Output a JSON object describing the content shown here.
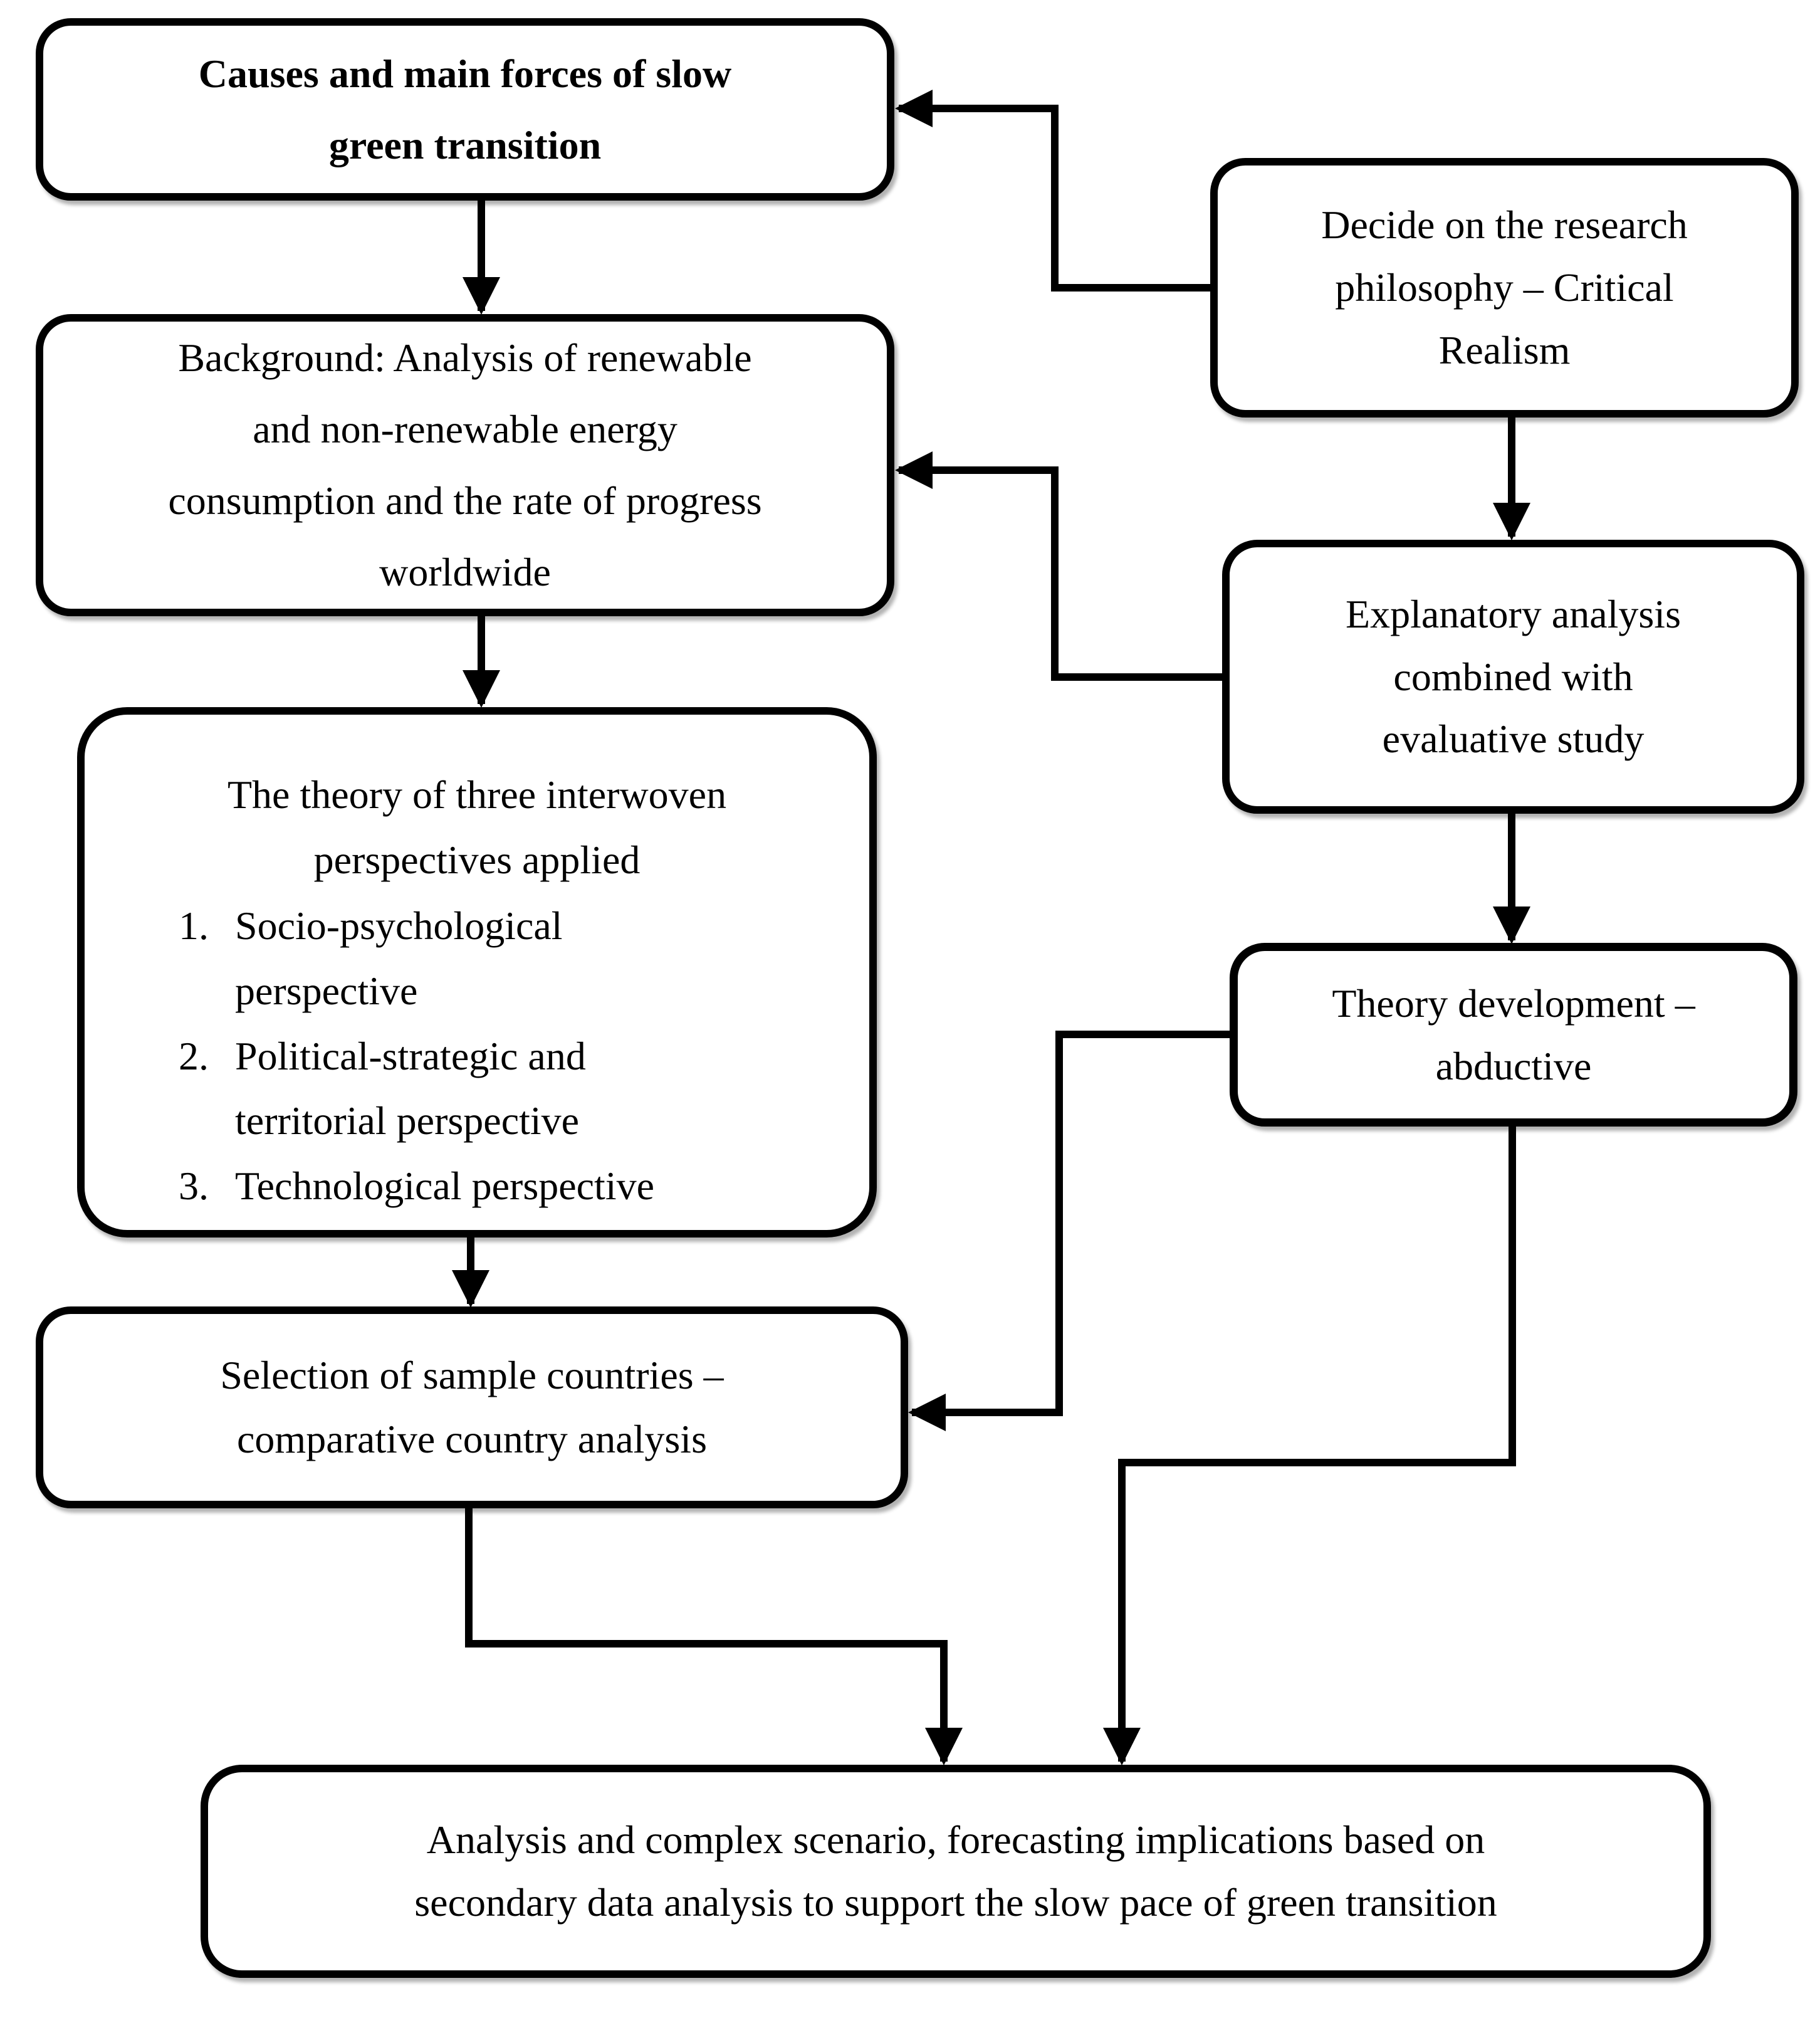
{
  "flowchart": {
    "colors": {
      "ink": "#000000",
      "paper": "#ffffff"
    },
    "nodes": {
      "causes": {
        "text": "Causes and main forces of slow\ngreen transition"
      },
      "background": {
        "text": "Background: Analysis of renewable\nand non-renewable energy\nconsumption and the rate of progress\nworldwide"
      },
      "theory_perspectives": {
        "heading": "The theory of three interwoven\nperspectives applied",
        "items": [
          {
            "num": "1.",
            "text": "Socio-psychological\nperspective"
          },
          {
            "num": "2.",
            "text": "Political-strategic and\nterritorial perspective"
          },
          {
            "num": "3.",
            "text": "Technological perspective"
          }
        ]
      },
      "selection": {
        "text": "Selection of sample countries –\ncomparative country analysis"
      },
      "decide": {
        "text": "Decide on the research\nphilosophy – Critical\nRealism"
      },
      "explanatory": {
        "text": "Explanatory analysis\ncombined with\nevaluative study"
      },
      "theory_development": {
        "text": "Theory development –\nabductive"
      },
      "analysis": {
        "text": "Analysis and complex scenario, forecasting implications based on\nsecondary data analysis to support the slow pace of green transition"
      }
    }
  }
}
